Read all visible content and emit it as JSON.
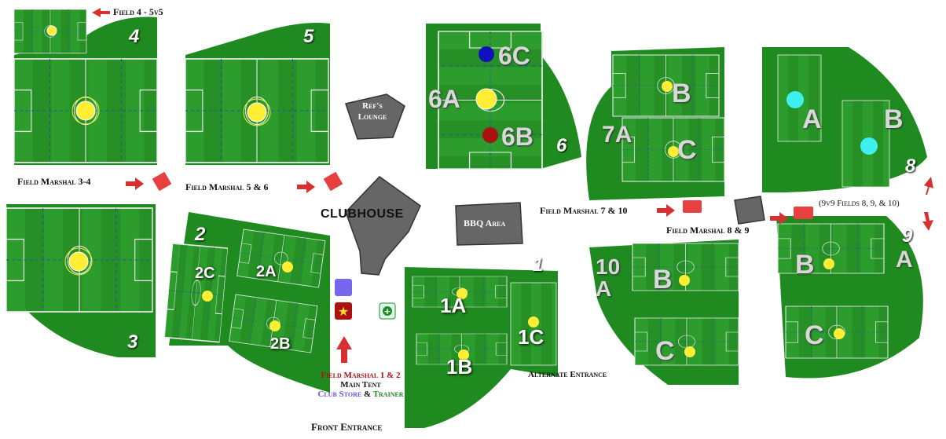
{
  "labels": {
    "field4_5v5": "Field 4 - 5v5",
    "marshal_3_4": "Field Marshal 3-4",
    "marshal_5_6": "Field Marshal 5 & 6",
    "refs_lounge_1": "Ref's",
    "refs_lounge_2": "Lounge",
    "clubhouse": "CLUBHOUSE",
    "bbq_area": "BBQ Area",
    "marshal_7_10": "Field Marshal 7 & 10",
    "marshal_8_9": "Field Marshal 8 & 9",
    "nine_v_nine": "(9v9 Fields 8, 9, & 10)",
    "marshal_1_2": "Field Marshal 1 & 2",
    "main_tent": "Main Tent",
    "club_store": "Club Store",
    "amp": "&",
    "trainer": "Trainer",
    "alternate_entrance": "Alternate Entrance",
    "front_entrance": "Front Entrance"
  },
  "field_numbers": {
    "f1": "1",
    "f2": "2",
    "f3": "3",
    "f4": "4",
    "f5": "5",
    "f6": "6",
    "f7": "7",
    "f8": "8",
    "f9": "9",
    "f10": "10"
  },
  "sub_fields": {
    "f2a": "2A",
    "f2b": "2B",
    "f2c": "2C",
    "f1a": "1A",
    "f1b": "1B",
    "f1c": "1C",
    "f6a": "6A",
    "f6b": "6B",
    "f6c": "6C",
    "f7_suffix": "A",
    "f7b": "B",
    "f7c": "C",
    "f8a": "A",
    "f8b": "B",
    "f9_suffix": "A",
    "f9b": "B",
    "f9c": "C",
    "f10_suffix": "A",
    "f10b": "B",
    "f10c": "C"
  },
  "colors": {
    "grass": "#1f8a1f",
    "field": "#2a9a2a",
    "dot_yellow": "#ffee33",
    "dot_cyan": "#3ff0f0",
    "dot_blue": "#1111bb",
    "dot_red": "#aa1111",
    "marshal_red": "#e84040",
    "store_purple": "#7766ee",
    "trainer_green": "#228822",
    "marshal_12_red": "#aa1111"
  }
}
